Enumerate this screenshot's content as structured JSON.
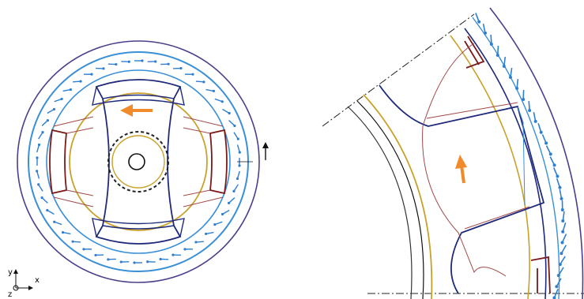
{
  "figure": {
    "axis_labels": {
      "y": "y",
      "x": "x",
      "z": "z"
    },
    "colors": {
      "background": "#ffffff",
      "stator_outer": "#4b3f8c",
      "stator_blue": "#3a8fd6",
      "field_arrow": "#2f7fd1",
      "rotor_navy": "#1f2a7a",
      "pole_brown": "#7a1a1a",
      "pole_gold": "#c9a12a",
      "pole_thin_red": "#a24848",
      "magnet_arrow": "#f08a2a",
      "dash_line": "#222222",
      "black": "#111111"
    },
    "left_view": {
      "name": "full-cross-section",
      "magnetization_arrow": "orange-arrow-left",
      "rotation_indicator": "black-arrow-up"
    },
    "right_view": {
      "name": "sector-detail",
      "magnetization_arrow": "orange-arrow-up"
    }
  }
}
